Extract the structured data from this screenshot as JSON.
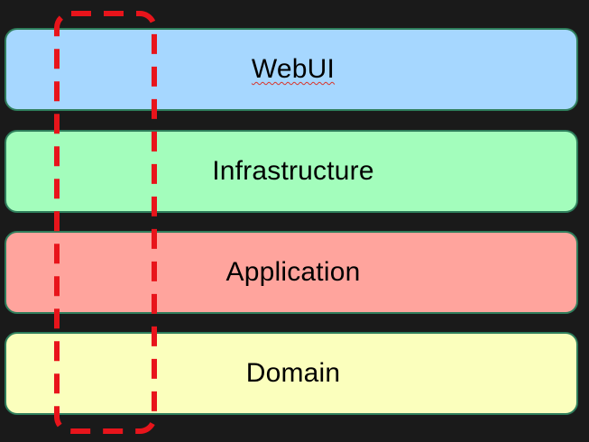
{
  "diagram": {
    "background_color": "#1a1a1a",
    "layers": [
      {
        "label": "WebUI",
        "color": "#a6d7ff",
        "spellcheck_underline": true
      },
      {
        "label": "Infrastructure",
        "color": "#a3fdbc",
        "spellcheck_underline": false
      },
      {
        "label": "Application",
        "color": "#ffa49d",
        "spellcheck_underline": false
      },
      {
        "label": "Domain",
        "color": "#fbffbd",
        "spellcheck_underline": false
      }
    ],
    "border_color": "#2e7d5b",
    "highlight": {
      "style": "dashed",
      "color": "#e8141b"
    }
  }
}
